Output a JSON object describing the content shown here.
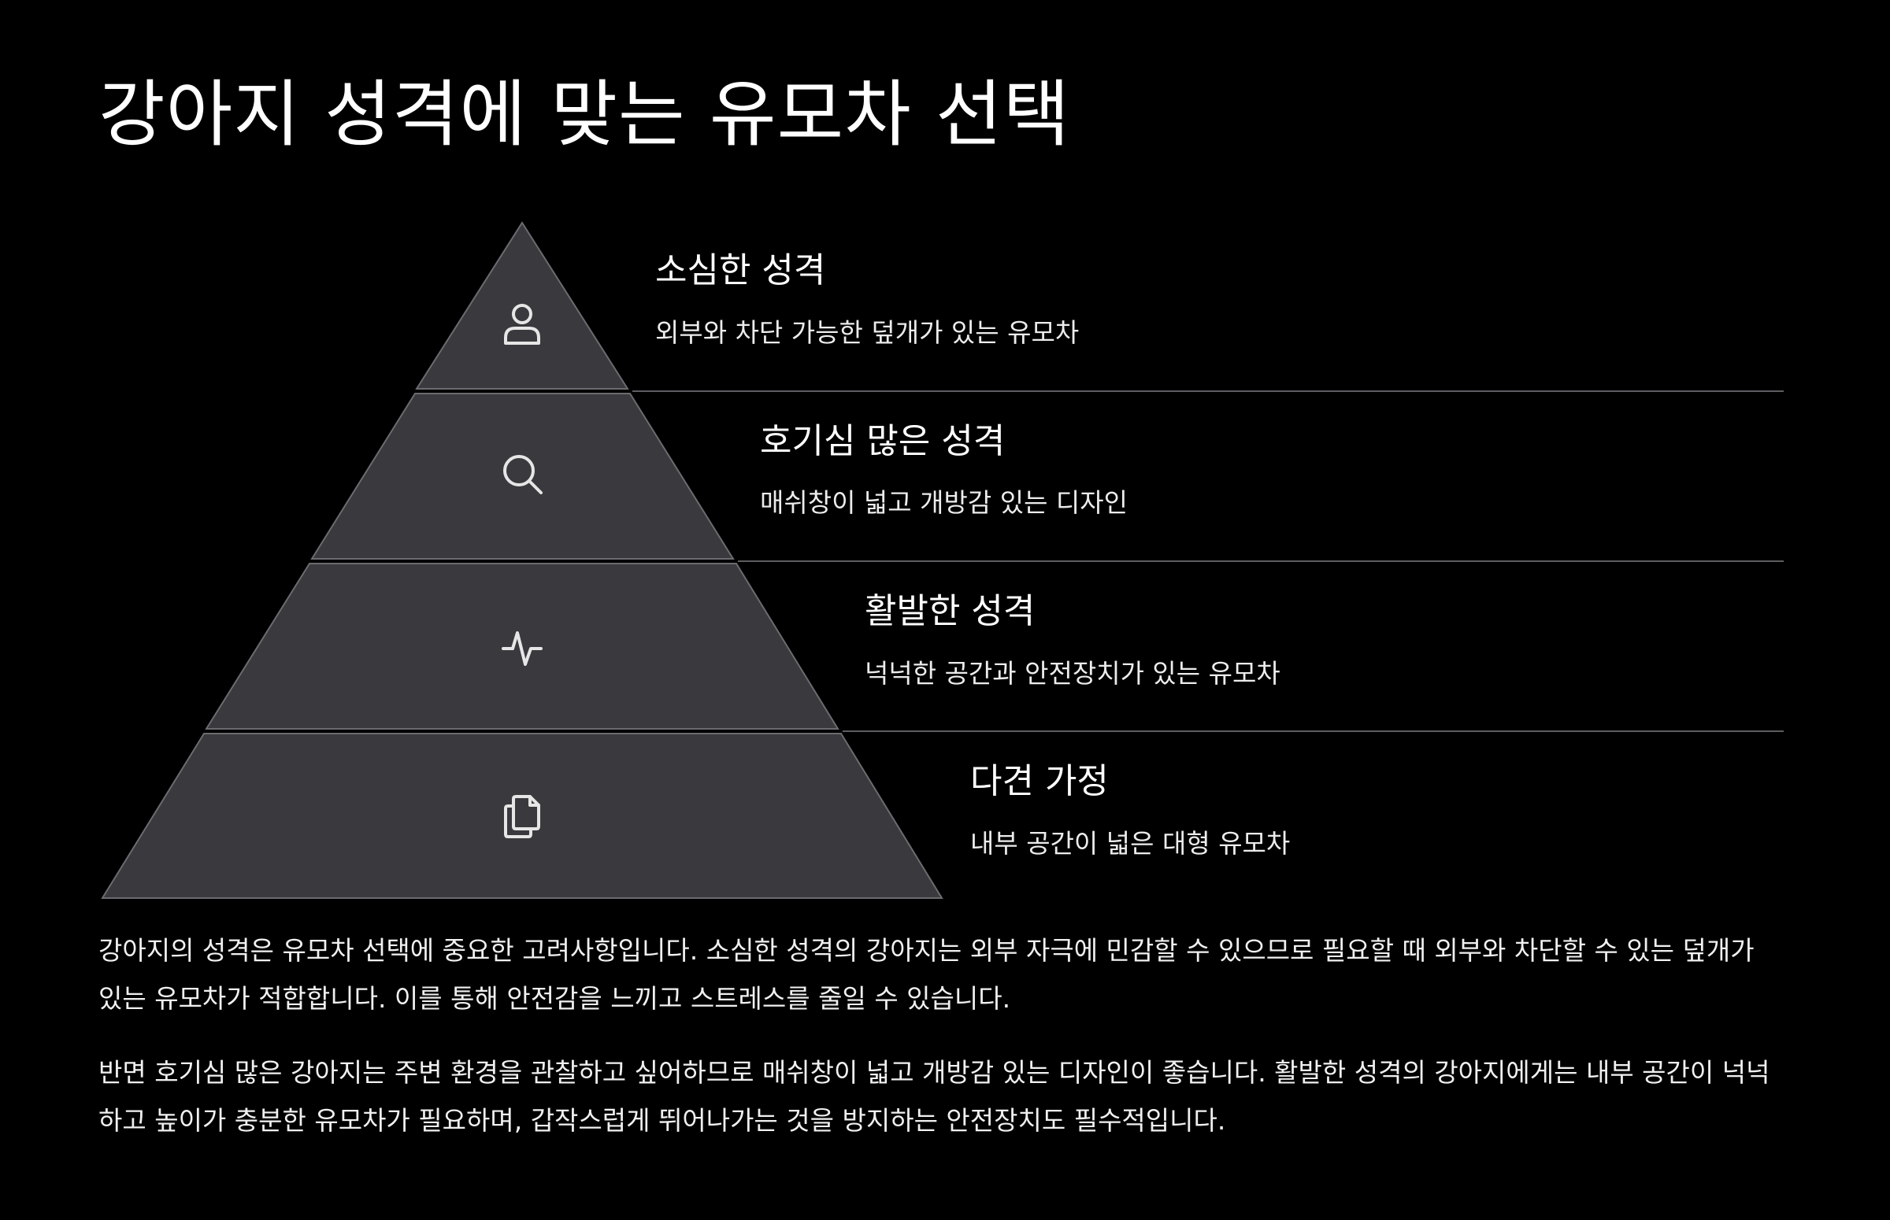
{
  "title": "강아지 성격에 맞는 유모차 선택",
  "levels": [
    {
      "title": "소심한 성격",
      "description": "외부와 차단 가능한 덮개가 있는 유모차",
      "icon": "person-icon"
    },
    {
      "title": "호기심 많은 성격",
      "description": "매쉬창이 넓고 개방감 있는 디자인",
      "icon": "search-icon"
    },
    {
      "title": "활발한 성격",
      "description": "넉넉한 공간과 안전장치가 있는 유모차",
      "icon": "activity-icon"
    },
    {
      "title": "다견 가정",
      "description": "내부 공간이 넓은 대형 유모차",
      "icon": "copy-icon"
    }
  ],
  "paragraphs": [
    "강아지의 성격은 유모차 선택에 중요한 고려사항입니다. 소심한 성격의 강아지는 외부 자극에 민감할 수 있으므로 필요할 때 외부와 차단할 수 있는 덮개가 있는 유모차가 적합합니다. 이를 통해 안전감을 느끼고 스트레스를 줄일 수 있습니다.",
    "반면 호기심 많은 강아지는 주변 환경을 관찰하고 싶어하므로 매쉬창이 넓고 개방감 있는 디자인이 좋습니다. 활발한 성격의 강아지에게는 내부 공간이 넉넉하고 높이가 충분한 유모차가 필요하며, 갑작스럽게 뛰어나가는 것을 방지하는 안전장치도 필수적입니다."
  ],
  "colors": {
    "background": "#000000",
    "layer_fill": "#3a3a3e",
    "layer_stroke": "#6b6b70",
    "divider": "#5e5e62",
    "text": "#ffffff"
  }
}
